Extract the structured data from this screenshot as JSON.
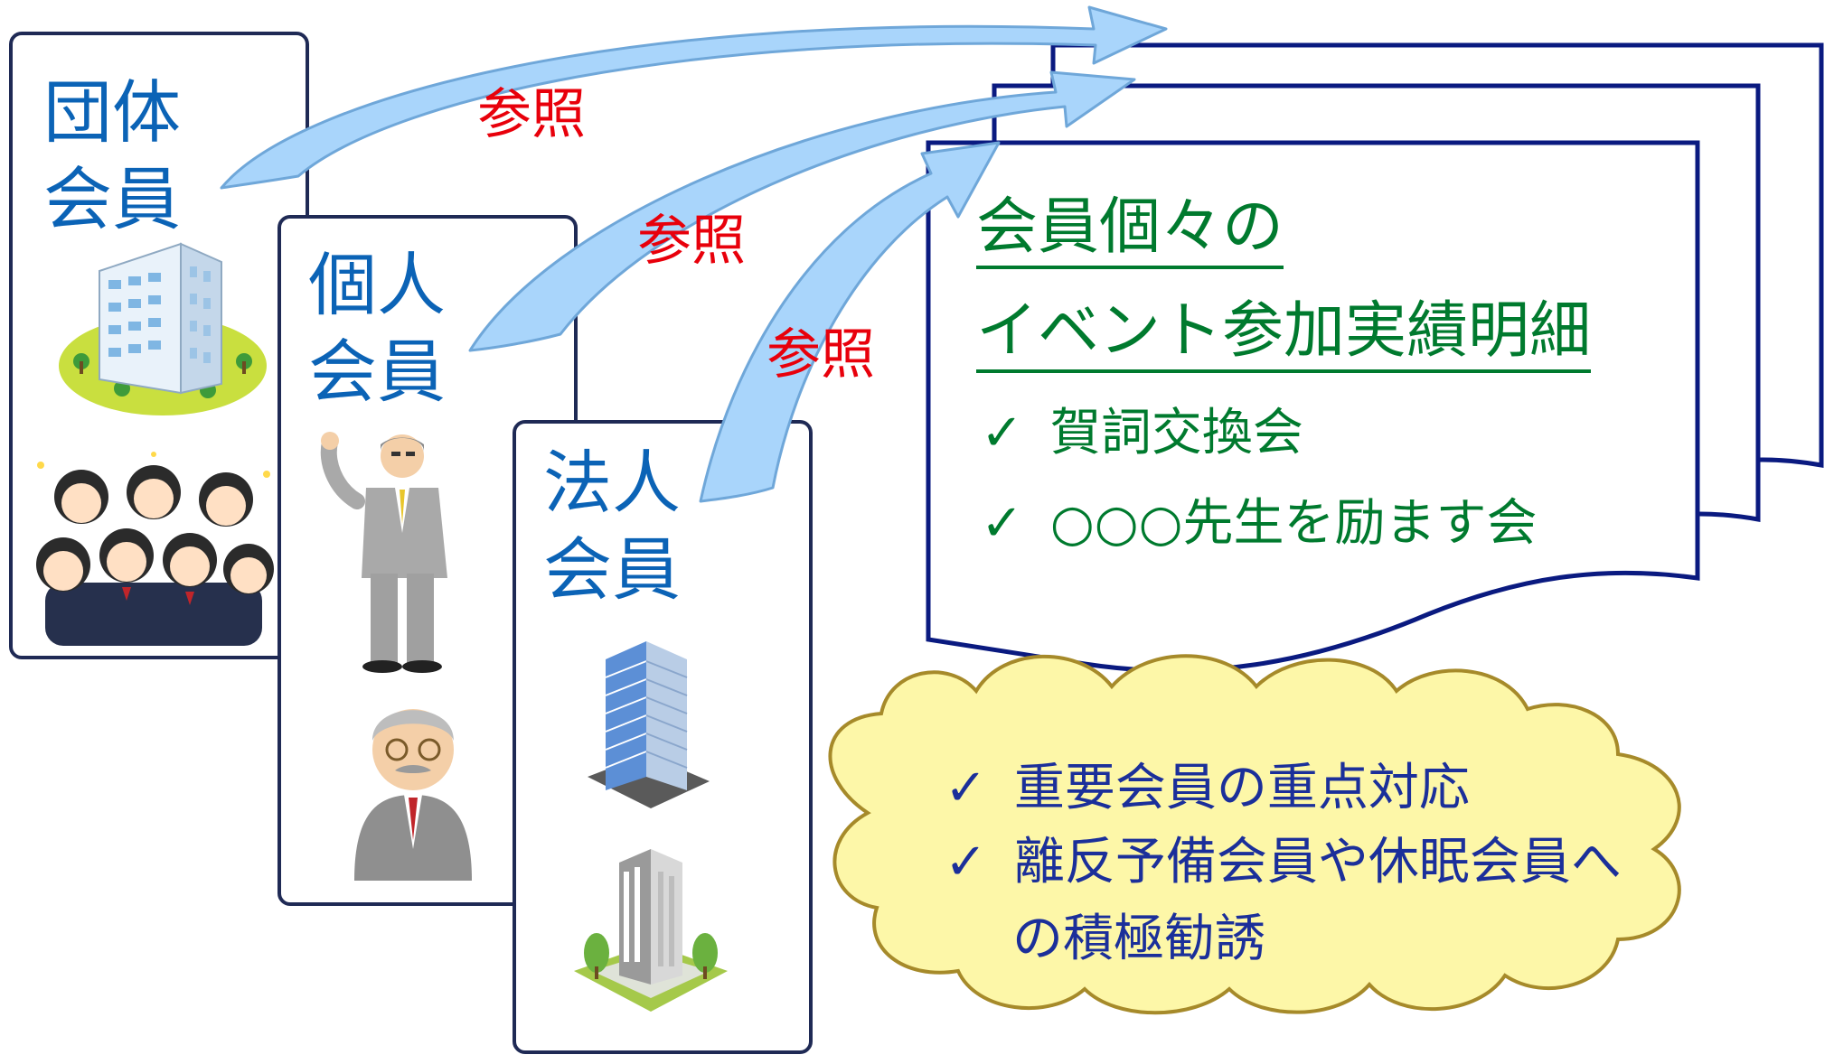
{
  "cards": {
    "group": {
      "line1": "団体",
      "line2": "会員"
    },
    "individual": {
      "line1": "個人",
      "line2": "会員"
    },
    "corporate": {
      "line1": "法人",
      "line2": "会員"
    }
  },
  "references": [
    "参照",
    "参照",
    "参照"
  ],
  "document": {
    "title_line1": "会員個々の",
    "title_line2": "イベント参加実績明細",
    "items": [
      "賀詞交換会",
      "○○○先生を励ます会"
    ],
    "check_mark": "✓"
  },
  "cloud": {
    "check_mark": "✓",
    "item1": "重要会員の重点対応",
    "item2_line1": "離反予備会員や休眠会員へ",
    "item2_line2": "の積極勧誘"
  },
  "colors": {
    "card_title": "#0b63b6",
    "reference": "#e8000b",
    "document_text": "#007a2e",
    "cloud_text": "#1b2f9a",
    "cloud_fill": "#fdf7a8",
    "cloud_stroke": "#a68a2a",
    "document_border": "#0a1a80",
    "arrow_fill": "#a9d5fb"
  },
  "icons": [
    "office-building-icon",
    "crowd-icon",
    "businessman-icon",
    "elderly-man-icon",
    "skyscraper-icon",
    "tower-building-icon",
    "arrow-icon",
    "checkmark-icon",
    "cloud-icon"
  ]
}
